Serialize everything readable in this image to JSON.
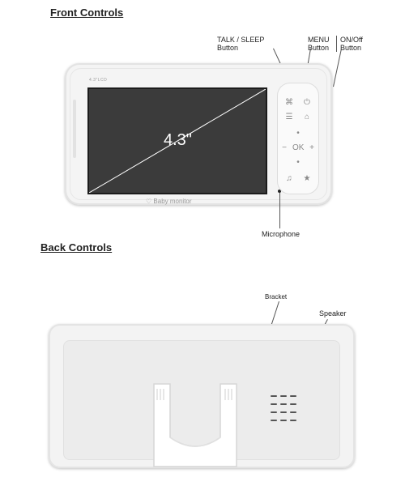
{
  "front": {
    "title": "Front Controls",
    "talk_label": "TALK / SLEEP",
    "talk_sub": "Button",
    "menu_label": "MENU",
    "menu_sub": "Button",
    "onoff_label": "ON/Off",
    "onoff_sub": "Button",
    "screen_size": "4.3\"",
    "brand": "Baby monitor",
    "model_text": "4.3\"LCD",
    "ok_label": "OK",
    "microphone_label": "Microphone",
    "icons": [
      "microphone-icon",
      "power-icon",
      "menu-icon",
      "home-icon",
      "up-icon",
      "minus-icon",
      "ok-icon",
      "plus-icon",
      "down-icon",
      "music-icon",
      "star-icon"
    ]
  },
  "back": {
    "title": "Back Controls",
    "bracket_label": "Bracket",
    "speaker_label": "Speaker"
  }
}
